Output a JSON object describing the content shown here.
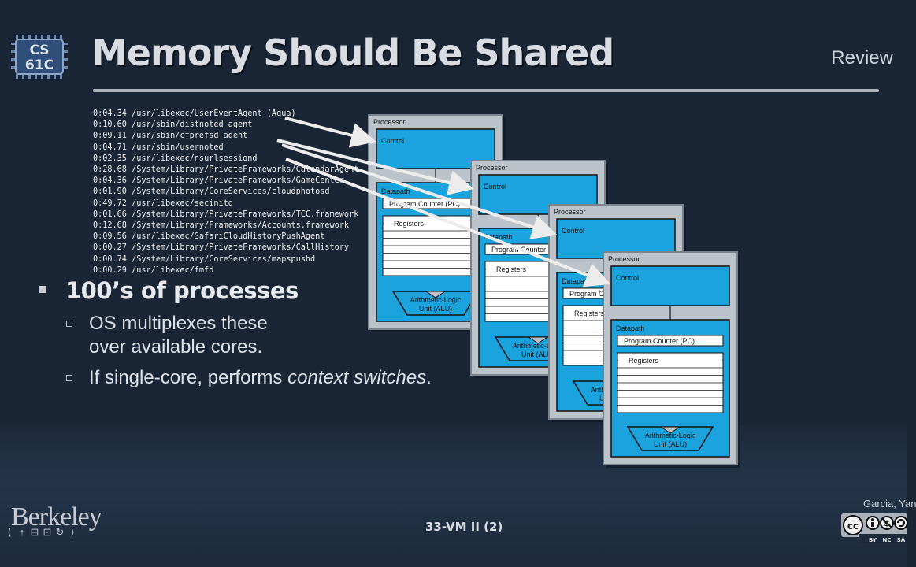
{
  "logo": {
    "line1": "CS",
    "line2": "61C"
  },
  "title": "Memory Should Be Shared",
  "tag": "Review",
  "process_list": [
    "0:04.34 /usr/libexec/UserEventAgent (Aqua)",
    "0:10.60 /usr/sbin/distnoted agent",
    "0:09.11 /usr/sbin/cfprefsd agent",
    "0:04.71 /usr/sbin/usernoted",
    "0:02.35 /usr/libexec/nsurlsessiond",
    "0:28.68 /System/Library/PrivateFrameworks/CalendarAgent",
    "0:04.36 /System/Library/PrivateFrameworks/GameCenter",
    "0:01.90 /System/Library/CoreServices/cloudphotosd",
    "0:49.72 /usr/libexec/secinitd",
    "0:01.66 /System/Library/PrivateFrameworks/TCC.framework",
    "0:12.68 /System/Library/Frameworks/Accounts.framework",
    "0:09.56 /usr/libexec/SafariCloudHistoryPushAgent",
    "0:00.27 /System/Library/PrivateFrameworks/CallHistory",
    "0:00.74 /System/Library/CoreServices/mapspushd",
    "0:00.29 /usr/libexec/fmfd"
  ],
  "bullets": {
    "main": "100’s of processes",
    "sub1_line1": "OS multiplexes these",
    "sub1_line2": "over available cores.",
    "sub2_prefix": "If single-core, performs ",
    "sub2_emph": "context switches",
    "sub2_suffix": "."
  },
  "processor": {
    "label": "Processor",
    "control": "Control",
    "datapath": "Datapath",
    "pc": "Program Counter (PC)",
    "registers": "Registers",
    "alu_line1": "Arithmetic-Logic",
    "alu_line2": "Unit (ALU)"
  },
  "footer": {
    "university": "Berkeley",
    "slide": "33-VM II (2)",
    "author": "Garcia, Yan",
    "license": [
      "BY",
      "NC",
      "SA"
    ],
    "nav": [
      "⟨",
      "↑",
      "⊟",
      "⊡",
      "↻",
      "⟩"
    ]
  },
  "colors": {
    "background": "#1a2535",
    "processor_box": "#bcc2c9",
    "cyan": "#1aa3dc",
    "register_white": "#ffffff"
  }
}
